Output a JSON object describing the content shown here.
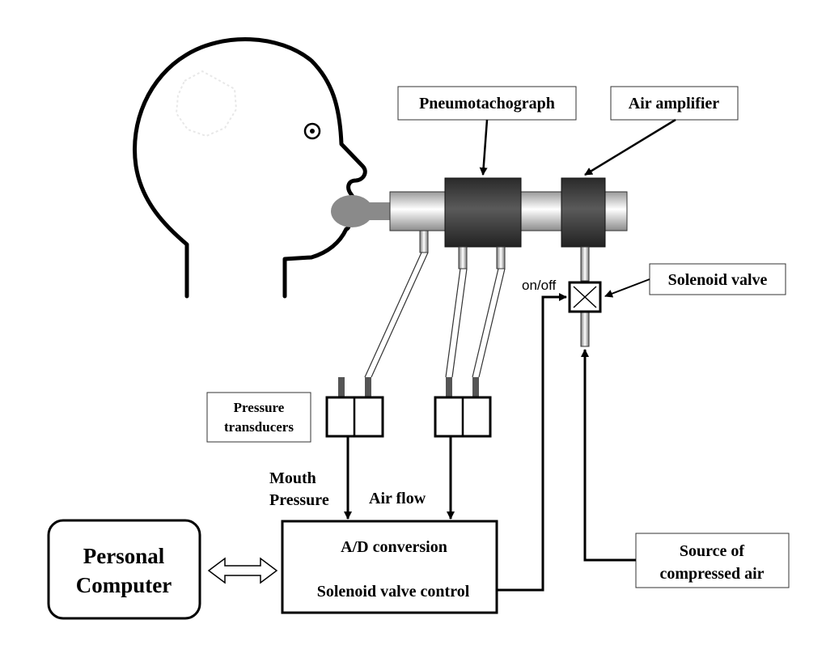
{
  "labels": {
    "pneumotachograph": "Pneumotachograph",
    "air_amplifier": "Air amplifier",
    "solenoid_valve": "Solenoid valve",
    "on_off": "on/off",
    "pressure_transducers_line1": "Pressure",
    "pressure_transducers_line2": "transducers",
    "mouth_pressure_line1": "Mouth",
    "mouth_pressure_line2": "Pressure",
    "air_flow": "Air flow",
    "personal_computer_line1": "Personal",
    "personal_computer_line2": "Computer",
    "ad_conversion": "A/D conversion",
    "solenoid_valve_control": "Solenoid valve control",
    "source_line1": "Source of",
    "source_line2": "compressed air"
  },
  "colors": {
    "line": "#000000",
    "device_dark": "#3a3a3a",
    "mouthpiece": "#8a8a8a",
    "tube_light": "#e6e6e6",
    "stem_dark": "#555555"
  }
}
